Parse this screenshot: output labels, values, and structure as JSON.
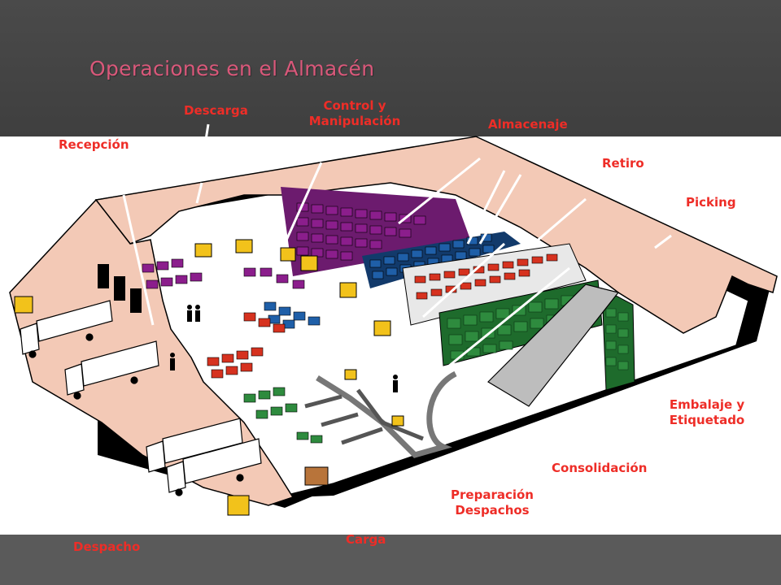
{
  "title": "Operaciones en el Almacén",
  "labels": {
    "recepcion": "Recepción",
    "descarga": "Descarga",
    "control_1": "Control y",
    "control_2": "Manipulación",
    "almacenaje": "Almacenaje",
    "retiro": "Retiro",
    "picking": "Picking",
    "embalaje_1": "Embalaje y",
    "embalaje_2": "Etiquetado",
    "consolidacion": "Consolidación",
    "preparacion_1": "Preparación",
    "preparacion_2": "Despachos",
    "carga": "Carga",
    "despacho": "Despacho"
  },
  "colors": {
    "label": "#ee2d27",
    "title": "#d9587a",
    "wall": "#f3c9b6",
    "floor": "#ffffff",
    "pallet_purple": "#8b1e8c",
    "pallet_blue": "#1f5fa8",
    "pallet_red": "#d6321f",
    "pallet_green": "#2e8b3e",
    "forklift": "#f2c21b"
  }
}
